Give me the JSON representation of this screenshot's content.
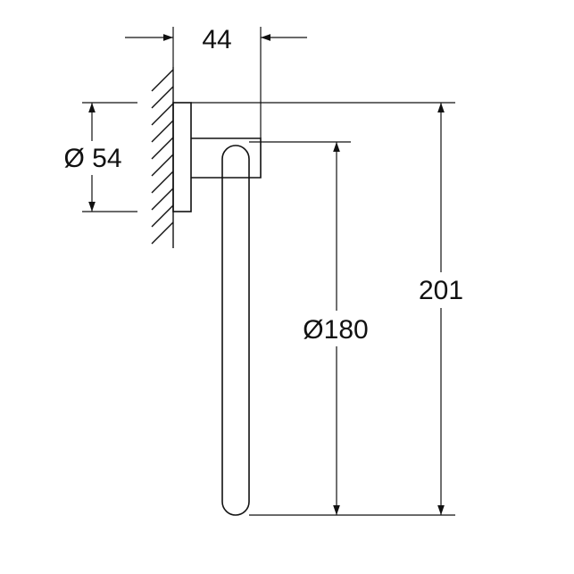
{
  "dimensions": {
    "depth": "44",
    "rosette_diameter": "Ø 54",
    "ring_diameter": "Ø180",
    "total_height": "201"
  },
  "colors": {
    "line": "#111111",
    "background": "#ffffff"
  }
}
